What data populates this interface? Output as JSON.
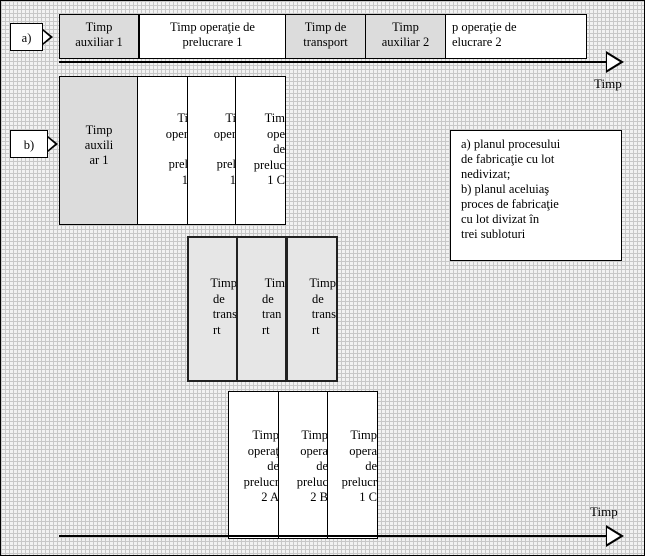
{
  "labels": {
    "a": "a)",
    "b": "b)"
  },
  "axis": {
    "label_top": "Timp",
    "label_bottom": "Timp"
  },
  "row_a": {
    "aux1": [
      "Timp",
      "auxiliar 1"
    ],
    "op1": [
      "Timp operaţie de",
      "prelucrare 1"
    ],
    "transport": [
      "Timp de",
      "transport"
    ],
    "aux2": [
      "Timp",
      "auxiliar 2"
    ],
    "op2": [
      "p operaţie de",
      "elucrare 2"
    ]
  },
  "row_b": {
    "aux1": [
      "Timp",
      "auxili",
      "ar 1"
    ],
    "op1": [
      [
        "Ti",
        "oper",
        "",
        "prel",
        "1"
      ],
      [
        "Ti",
        "oper",
        "",
        "prel",
        "1"
      ],
      [
        "Tim",
        "ope",
        "de",
        "preluc",
        "1 C"
      ]
    ],
    "transport": [
      [
        "Timp",
        "de",
        "trans",
        "rt"
      ],
      [
        "Tim",
        "de",
        "tran",
        "rt"
      ],
      [
        "Timp",
        "de",
        "trans",
        "rt"
      ]
    ],
    "op2": [
      [
        "Timp",
        "operaţ",
        "de",
        "prelucr",
        "2 A"
      ],
      [
        "Timp",
        "opera",
        "de",
        "preluc",
        "2 B"
      ],
      [
        "Timp",
        "opera",
        "de",
        "prelucr",
        "1 C"
      ]
    ]
  },
  "legend": [
    "a) planul procesului",
    "   de fabricaţie cu lot",
    "   nedivizat;",
    "b) planul aceluiaş",
    "   proces de fabricaţie",
    "   cu lot divizat în",
    "   trei subloturi"
  ]
}
